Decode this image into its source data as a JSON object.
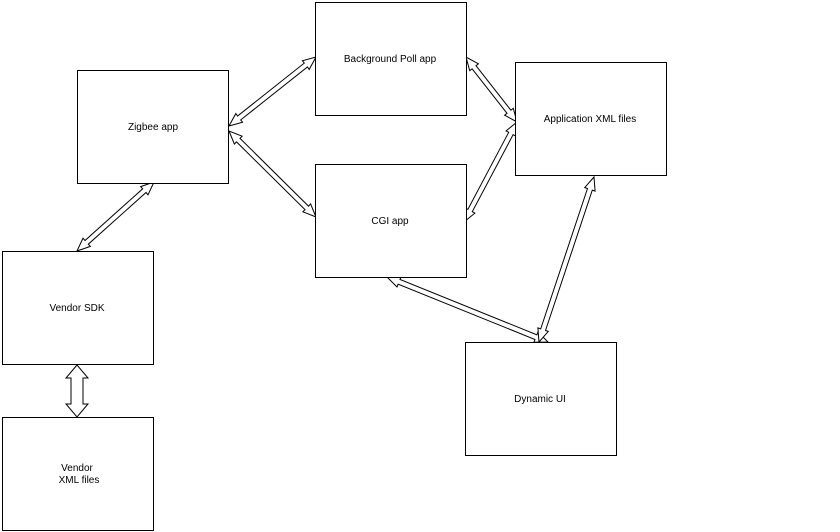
{
  "nodes": {
    "zigbee_app": {
      "label": "Zigbee app"
    },
    "background_poll_app": {
      "label": "Background Poll app"
    },
    "cgi_app": {
      "label": "CGI app"
    },
    "application_xml_files": {
      "label": "Application XML files"
    },
    "vendor_sdk": {
      "label": "Vendor SDK"
    },
    "vendor_xml_files": {
      "lines": [
        "Vendor",
        "XML files"
      ]
    },
    "dynamic_ui": {
      "label": "Dynamic UI"
    }
  },
  "edges": [
    {
      "from": "zigbee_app",
      "to": "background_poll_app",
      "direction": "bidirectional"
    },
    {
      "from": "zigbee_app",
      "to": "cgi_app",
      "direction": "bidirectional"
    },
    {
      "from": "background_poll_app",
      "to": "application_xml_files",
      "direction": "bidirectional"
    },
    {
      "from": "cgi_app",
      "to": "application_xml_files",
      "direction": "bidirectional"
    },
    {
      "from": "zigbee_app",
      "to": "vendor_sdk",
      "direction": "bidirectional"
    },
    {
      "from": "vendor_sdk",
      "to": "vendor_xml_files",
      "direction": "bidirectional"
    },
    {
      "from": "cgi_app",
      "to": "dynamic_ui",
      "direction": "bidirectional"
    },
    {
      "from": "application_xml_files",
      "to": "dynamic_ui",
      "direction": "bidirectional"
    }
  ]
}
